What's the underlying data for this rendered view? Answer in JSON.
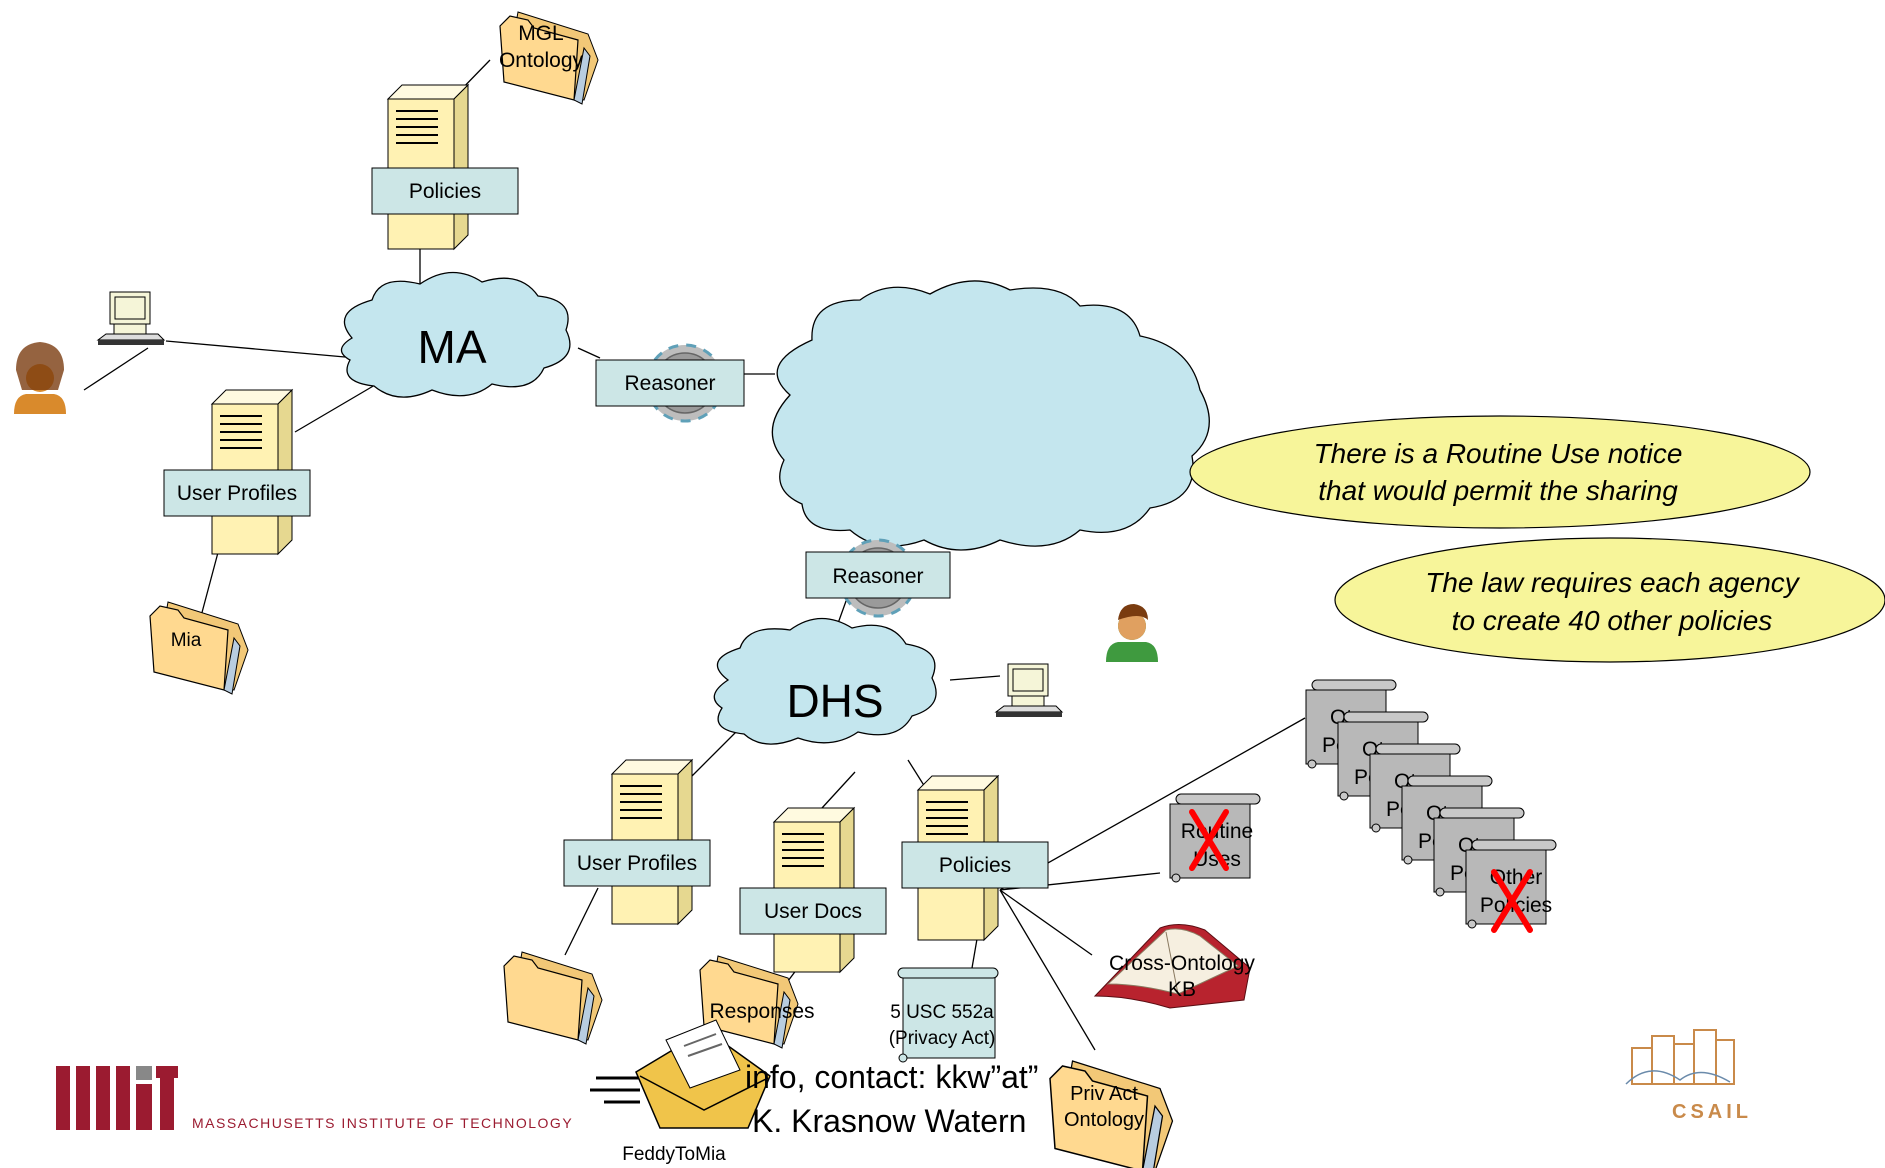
{
  "clouds": {
    "ma": "MA",
    "dhs": "DHS"
  },
  "servers": {
    "mgl_policies": "Policies",
    "ma_user_profiles": "User Profiles",
    "dhs_user_profiles": "User Profiles",
    "dhs_user_docs": "User Docs",
    "dhs_policies": "Policies"
  },
  "reasoners": {
    "top": "Reasoner",
    "bottom": "Reasoner"
  },
  "folders": {
    "mgl_ontology": [
      "MGL",
      "Ontology"
    ],
    "mia": "Mia",
    "responses": "Responses",
    "priv_act_ontology": [
      "Priv Act",
      "Ontology"
    ]
  },
  "callouts": {
    "routine_use": [
      "There is a Routine Use notice",
      "that would permit the sharing"
    ],
    "law_requires": [
      "The law requires each agency",
      "to create 40 other policies"
    ]
  },
  "scrolls": {
    "routine_uses": [
      "Routine",
      "Uses"
    ],
    "other_policy_partial": [
      "Ot",
      "Po"
    ],
    "other_policies": [
      "Other",
      "Policies"
    ],
    "privacy_act": [
      "5 USC 552a",
      "(Privacy Act)"
    ]
  },
  "book": {
    "cross_ontology": [
      "Cross-Ontology",
      "KB"
    ]
  },
  "email": {
    "label": "FeddyToMia"
  },
  "footer": {
    "contact_line1": "info, contact: kkw”at”",
    "contact_line2": "K. Krasnow Watern",
    "mit_text": "MASSACHUSETTS INSTITUTE OF TECHNOLOGY",
    "csail_text": "CSAIL"
  },
  "colors": {
    "label_box": "#cce6e6",
    "folder": "#ffd990",
    "server": "#fff2b3",
    "cloud": "#c4e6ee",
    "callout": "#f7f59a",
    "scroll": "#b8b8b8",
    "mit_red": "#9b1b30",
    "x_mark": "#ff0000"
  }
}
